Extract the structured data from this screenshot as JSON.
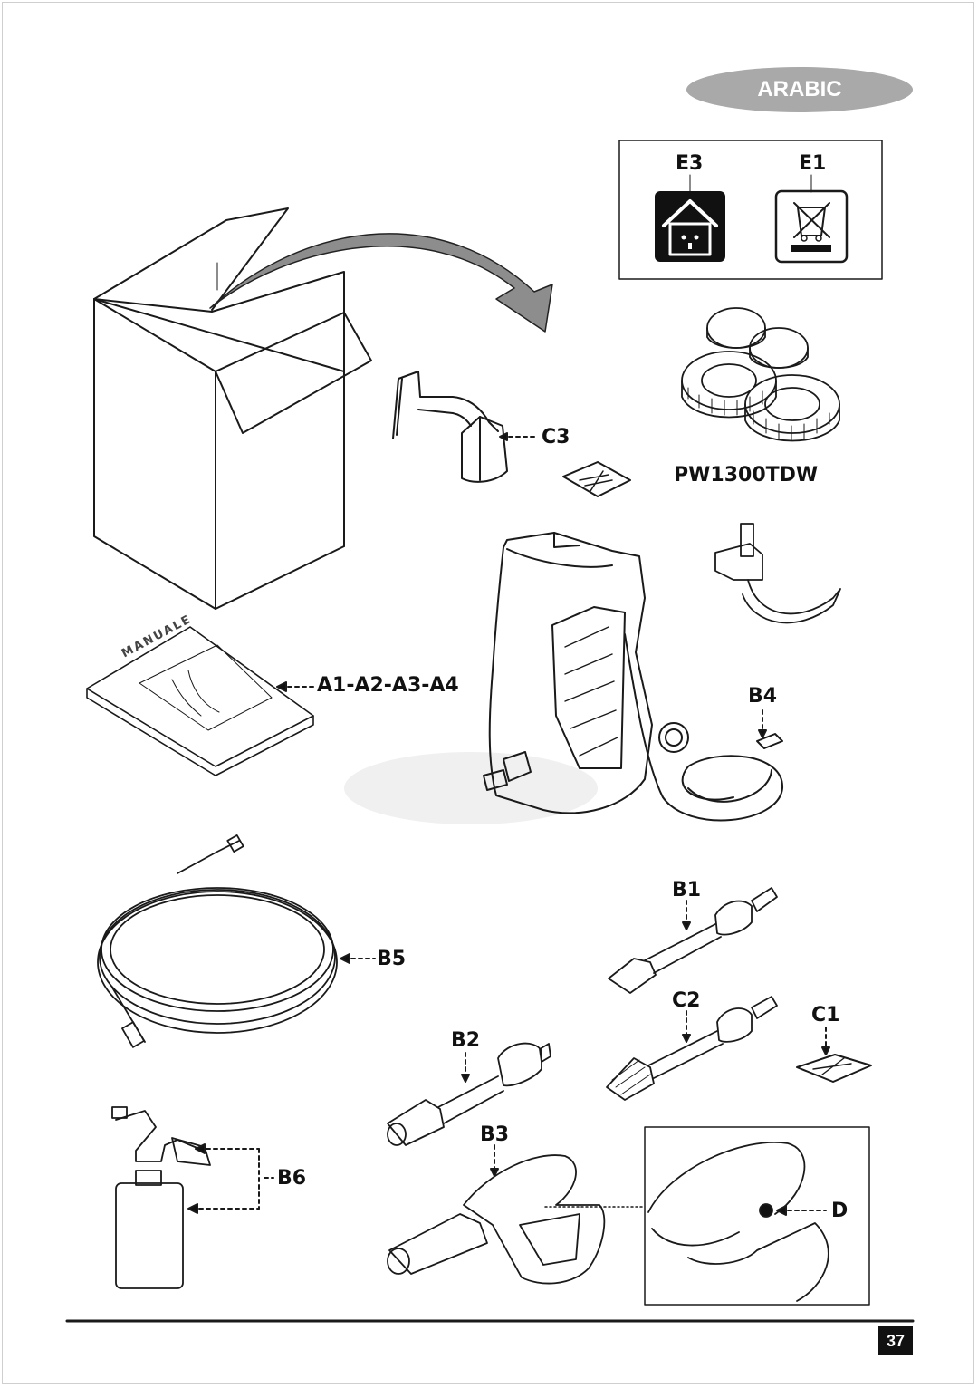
{
  "header": {
    "language": "ARABIC"
  },
  "symbols": {
    "e3_label": "E3",
    "e1_label": "E1"
  },
  "model": "PW1300TDW",
  "parts": {
    "c3": "C3",
    "manual_refs": "A1-A2-A3-A4",
    "manual_cover": "MANUALE",
    "b4": "B4",
    "b1": "B1",
    "b5": "B5",
    "c2": "C2",
    "c1": "C1",
    "b2": "B2",
    "b3": "B3",
    "b6": "B6",
    "d": "D"
  },
  "footer": {
    "page_number": "37"
  }
}
